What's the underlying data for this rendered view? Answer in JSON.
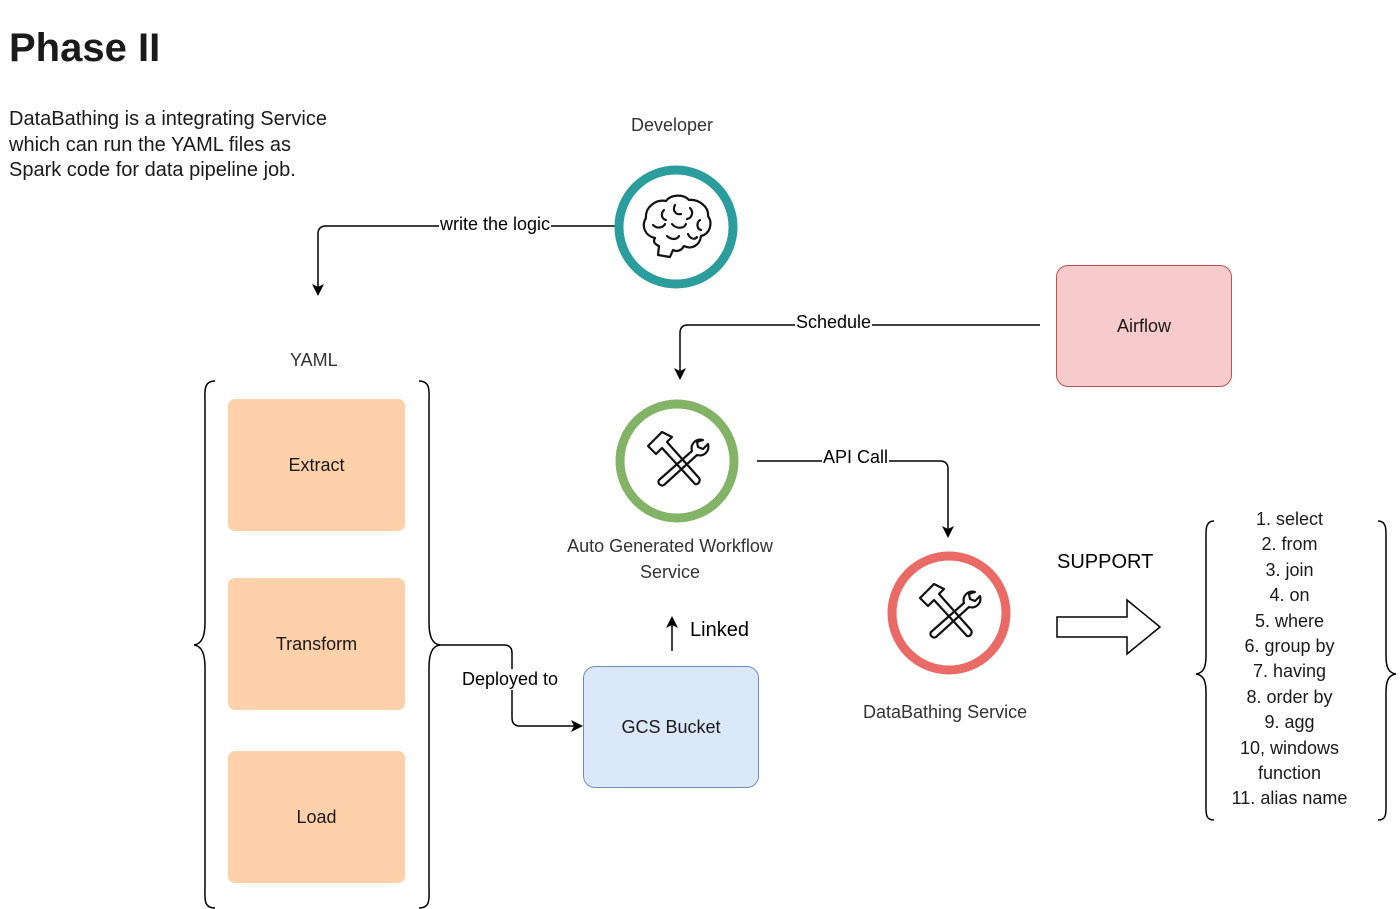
{
  "title": "Phase II",
  "description": "DataBathing is a integrating Service which can run the YAML files as Spark code for data pipeline job.",
  "nodes": {
    "developer": {
      "label": "Developer",
      "icon": "brain-icon",
      "ring_color": "#2a9d9c"
    },
    "yaml": {
      "label": "YAML",
      "stages": [
        "Extract",
        "Transform",
        "Load"
      ],
      "stage_color": "#ffd1aa"
    },
    "airflow": {
      "label": "Airflow",
      "fill": "#f7cbcb",
      "stroke": "#b85450"
    },
    "workflow_service": {
      "label_line1": "Auto Generated Workflow",
      "label_line2": "Service",
      "icon": "tools-icon",
      "ring_color": "#82b366"
    },
    "databathing_service": {
      "label": "DataBathing Service",
      "icon": "tools-icon",
      "ring_color": "#ea6b66"
    },
    "gcs_bucket": {
      "label": "GCS Bucket",
      "fill": "#dbe8fa",
      "stroke": "#6c8ebf"
    }
  },
  "edges": {
    "write_logic": "write the logic",
    "schedule": "Schedule",
    "api_call": "API Call",
    "deployed_to": "Deployed to",
    "linked": "Linked"
  },
  "support": {
    "label": "SUPPORT",
    "items": [
      "1. select",
      "2. from",
      "3. join",
      "4. on",
      "5. where",
      "6. group by",
      "7. having",
      "8. order by",
      "9. agg",
      "10, windows",
      "function",
      "11. alias name"
    ]
  }
}
